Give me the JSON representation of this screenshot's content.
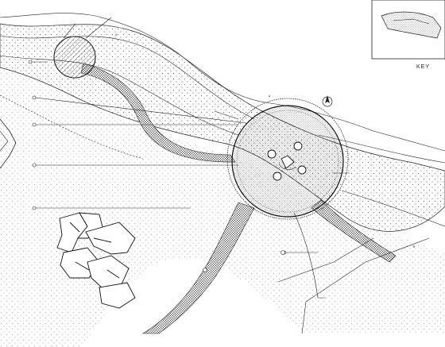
{
  "plan": {
    "key_plan_label": "KEY",
    "annotation_tags": [
      "A",
      "A",
      "B"
    ],
    "callouts": [
      "",
      "",
      "",
      "",
      ""
    ],
    "plaza_notes": [
      "",
      "",
      ""
    ],
    "lower_notes": [
      "",
      ""
    ]
  },
  "colors": {
    "line": "#222222",
    "hatch": "#555555",
    "paper": "#ffffff"
  }
}
